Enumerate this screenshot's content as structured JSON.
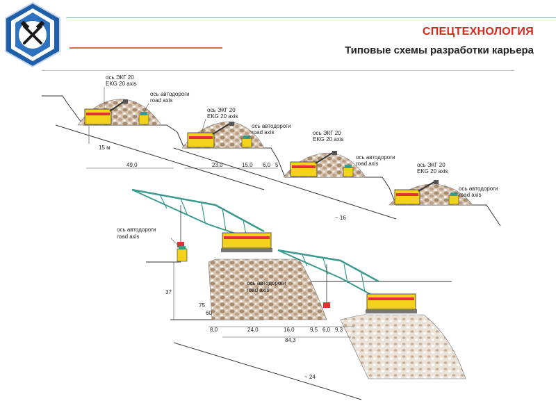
{
  "header": {
    "title": "СПЕЦТЕХНОЛОГИЯ",
    "subtitle": "Типовые схемы разработки карьера"
  },
  "colors": {
    "title_red": "#d42a1e",
    "machine_yellow": "#f2d21b",
    "boom_teal": "#3a9a8f",
    "rock_brown": "#b89a7c",
    "logo_blue": "#1f5fa8"
  },
  "labels": {
    "ekg_ru": "ось ЭКГ 20",
    "ekg_en": "EKG 20 axis",
    "road_ru": "ось автодороги",
    "road_en": "road axis"
  },
  "dimensions": {
    "d_15m": "15 м",
    "d_49": "49,0",
    "d_23": "23,0",
    "d_15": "15,0",
    "d_6": "6,0",
    "d_5": "5",
    "d_16": "~ 16",
    "d_37": "37",
    "d_75": "75",
    "d_60": "60",
    "d_8": "8,0",
    "d_24": "24,0",
    "d_16b": "16,0",
    "d_95": "9,5",
    "d_6b": "6,0",
    "d_93": "9,3",
    "d_843": "84,3",
    "d_24b": "~ 24"
  },
  "icons": {
    "logo": "mining-hammers-emblem-icon",
    "excavator": "excavator-icon",
    "dragline": "dragline-icon",
    "truck": "dump-truck-icon"
  }
}
